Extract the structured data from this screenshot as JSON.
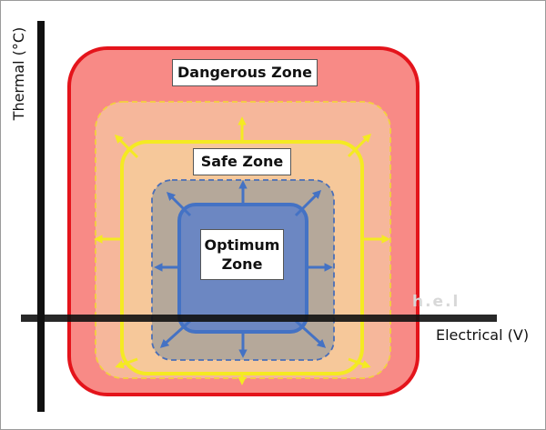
{
  "axes": {
    "y_label": "Thermal (°C)",
    "x_label": "Electrical (V)"
  },
  "zones": {
    "dangerous": "Dangerous Zone",
    "safe": "Safe Zone",
    "optimum_line1": "Optimum",
    "optimum_line2": "Zone"
  },
  "watermark": "h.e.l",
  "colors": {
    "danger_fill": "#f88a86",
    "danger_border": "#e4141b",
    "warning_fill": "#f6b79b",
    "warning_border": "#f2d13e",
    "safe_fill": "#f6c89a",
    "safe_border": "#f4ea22",
    "caution_fill": "#b5a89a",
    "caution_border": "#4a6fb8",
    "optimum_fill": "#6c87c2",
    "optimum_border": "#4472c4",
    "axis": "#111111"
  }
}
